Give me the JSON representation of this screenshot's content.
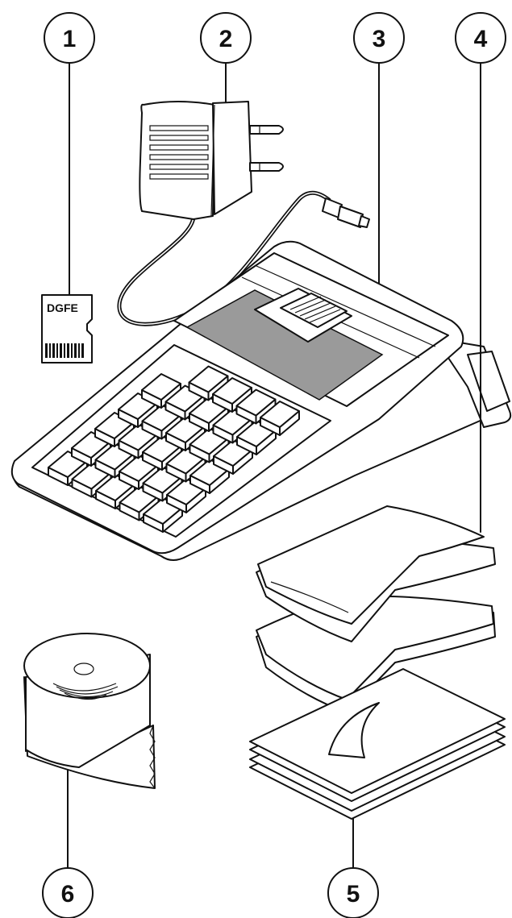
{
  "callouts": [
    {
      "number": "1",
      "item": "sd-card"
    },
    {
      "number": "2",
      "item": "power-adapter"
    },
    {
      "number": "3",
      "item": "cash-register"
    },
    {
      "number": "4",
      "item": "keyboard-overlays"
    },
    {
      "number": "5",
      "item": "label-sheets"
    },
    {
      "number": "6",
      "item": "paper-roll"
    }
  ],
  "sd_card": {
    "label": "DGFE"
  }
}
